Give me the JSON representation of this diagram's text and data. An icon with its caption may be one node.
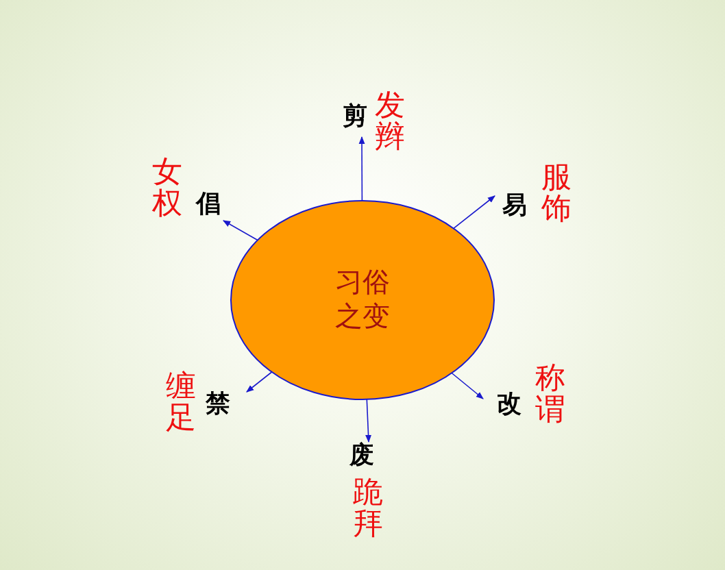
{
  "diagram": {
    "nodes": [
      {
        "text": [
          "习俗之变"
        ]
      },
      {
        "text": [
          "剪",
          "发辫"
        ]
      },
      {
        "text": [
          "易",
          "服饰"
        ]
      },
      {
        "text": [
          "改",
          "称谓"
        ]
      },
      {
        "text": [
          "废",
          "跪拜"
        ]
      },
      {
        "text": [
          "缠足",
          "禁"
        ]
      },
      {
        "text": [
          "女权",
          "倡"
        ]
      }
    ],
    "edges": [
      {
        "from": 0,
        "to": 1,
        "arrow": "to"
      },
      {
        "from": 0,
        "to": 2,
        "arrow": "to"
      },
      {
        "from": 0,
        "to": 3,
        "arrow": "to"
      },
      {
        "from": 0,
        "to": 4,
        "arrow": "to"
      },
      {
        "from": 0,
        "to": 5,
        "arrow": "to"
      },
      {
        "from": 0,
        "to": 6,
        "arrow": "to"
      }
    ]
  }
}
